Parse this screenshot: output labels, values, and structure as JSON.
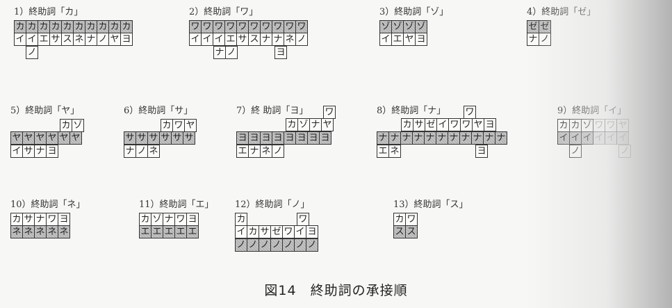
{
  "caption": "図14　終助詞の承接順",
  "figures": [
    {
      "id": "f1",
      "title": "1）終助詞「カ」",
      "rows": [
        {
          "cells": [
            "カ",
            "カ",
            "カ",
            "カ",
            "カ",
            "カ",
            "カ",
            "カ",
            "カ",
            "カ"
          ],
          "hatch": true
        },
        {
          "cells": [
            "イ",
            "イ",
            "エ",
            "サ",
            "ス",
            "ネ",
            "ナ",
            "ノ",
            "ヤ",
            "ヨ"
          ]
        },
        {
          "cells": [
            "",
            "ノ"
          ]
        }
      ]
    },
    {
      "id": "f2",
      "title": "2）終助詞「ワ」",
      "rows": [
        {
          "cells": [
            "ワ",
            "ワ",
            "ワ",
            "ワ",
            "ワ",
            "ワ",
            "ワ",
            "ワ",
            "ワ",
            "ワ"
          ],
          "hatch": true
        },
        {
          "cells": [
            "イ",
            "イ",
            "イ",
            "エ",
            "サ",
            "ス",
            "ナ",
            "ナ",
            "ネ",
            "ノ"
          ]
        },
        {
          "cells": [
            "",
            "",
            "ナ",
            "ノ",
            "",
            "",
            "",
            "ヨ"
          ]
        }
      ]
    },
    {
      "id": "f3",
      "title": "3）終助詞「ゾ」",
      "rows": [
        {
          "cells": [
            "ゾ",
            "ゾ",
            "ゾ",
            "ゾ"
          ],
          "hatch": true
        },
        {
          "cells": [
            "イ",
            "エ",
            "ヤ",
            "ヨ"
          ]
        }
      ]
    },
    {
      "id": "f4",
      "title": "4）終助詞「ゼ」",
      "rows": [
        {
          "cells": [
            "ゼ",
            "ゼ"
          ],
          "hatch": true
        },
        {
          "cells": [
            "ナ",
            "ノ"
          ]
        }
      ]
    },
    {
      "id": "f5",
      "title": "5）終助詞「ヤ」",
      "rows": [
        {
          "cells": [
            "",
            "",
            "",
            "",
            "カ",
            "ゾ"
          ]
        },
        {
          "cells": [
            "ヤ",
            "ヤ",
            "ヤ",
            "ヤ",
            "ヤ",
            "ヤ"
          ],
          "hatch": true
        },
        {
          "cells": [
            "イ",
            "サ",
            "ナ",
            "ヨ"
          ]
        }
      ]
    },
    {
      "id": "f6",
      "title": "6）終助詞「サ」",
      "rows": [
        {
          "cells": [
            "",
            "",
            "",
            "カ",
            "ワ",
            "ヤ"
          ]
        },
        {
          "cells": [
            "サ",
            "サ",
            "サ",
            "サ",
            "サ",
            "サ"
          ],
          "hatch": true
        },
        {
          "cells": [
            "ナ",
            "ノ",
            "ネ"
          ]
        }
      ]
    },
    {
      "id": "f7",
      "title": "7）終 助詞「ヨ」",
      "rows": [
        {
          "cells": [
            "",
            "",
            "",
            "",
            "",
            "",
            "",
            "ワ"
          ]
        },
        {
          "cells": [
            "",
            "",
            "",
            "",
            "カ",
            "ゾ",
            "ナ",
            "ヤ"
          ]
        },
        {
          "cells": [
            "ヨ",
            "ヨ",
            "ヨ",
            "ヨ",
            "ヨ",
            "ヨ",
            "ヨ",
            "ヨ"
          ],
          "hatch": true
        },
        {
          "cells": [
            "エ",
            "ナ",
            "ネ",
            "ノ"
          ]
        }
      ]
    },
    {
      "id": "f8",
      "title": "8）終助詞「ナ」",
      "rows": [
        {
          "cells": [
            "",
            "",
            "",
            "",
            "",
            "",
            "",
            "ワ"
          ]
        },
        {
          "cells": [
            "",
            "",
            "カ",
            "サ",
            "ゼ",
            "イ",
            "ワ",
            "ワ",
            "ヤ",
            "ヨ"
          ]
        },
        {
          "cells": [
            "ナ",
            "ナ",
            "ナ",
            "ナ",
            "ナ",
            "ナ",
            "ナ",
            "ナ",
            "ナ",
            "ナ",
            "ナ"
          ],
          "hatch": true
        },
        {
          "cells": [
            "エ",
            "ネ",
            "",
            "",
            "",
            "",
            "",
            "",
            "ヨ"
          ]
        }
      ]
    },
    {
      "id": "f9",
      "title": "9）終助詞「イ」",
      "rows": [
        {
          "cells": [
            "カ",
            "カ",
            "ゾ",
            "ワ",
            "ワ",
            "ヤ"
          ]
        },
        {
          "cells": [
            "イ",
            "イ",
            "イ",
            "イ",
            "イ",
            "イ"
          ],
          "hatch": true
        },
        {
          "cells": [
            "",
            "ノ",
            "",
            "",
            "",
            "ノ"
          ]
        }
      ]
    },
    {
      "id": "f10",
      "title": "10）終助詞「ネ」",
      "rows": [
        {
          "cells": [
            "カ",
            "サ",
            "ナ",
            "ワ",
            "ヨ"
          ]
        },
        {
          "cells": [
            "ネ",
            "ネ",
            "ネ",
            "ネ",
            "ネ"
          ],
          "hatch": true
        }
      ]
    },
    {
      "id": "f11",
      "title": "11）終助詞「エ」",
      "rows": [
        {
          "cells": [
            "カ",
            "ゾ",
            "ナ",
            "ワ",
            "ヨ"
          ]
        },
        {
          "cells": [
            "エ",
            "エ",
            "エ",
            "エ",
            "エ"
          ],
          "hatch": true
        }
      ]
    },
    {
      "id": "f12",
      "title": "12）終助詞「ノ」",
      "rows": [
        {
          "cells": [
            "カ",
            "",
            "",
            "",
            "",
            "ワ"
          ]
        },
        {
          "cells": [
            "イ",
            "カ",
            "サ",
            "ゼ",
            "ワ",
            "イ",
            "ヨ"
          ]
        },
        {
          "cells": [
            "ノ",
            "ノ",
            "ノ",
            "ノ",
            "ノ",
            "ノ",
            "ノ"
          ],
          "hatch": true
        }
      ]
    },
    {
      "id": "f13",
      "title": "13）終助詞「ス」",
      "rows": [
        {
          "cells": [
            "カ",
            "ワ"
          ]
        },
        {
          "cells": [
            "ス",
            "ス"
          ],
          "hatch": true
        }
      ]
    }
  ]
}
